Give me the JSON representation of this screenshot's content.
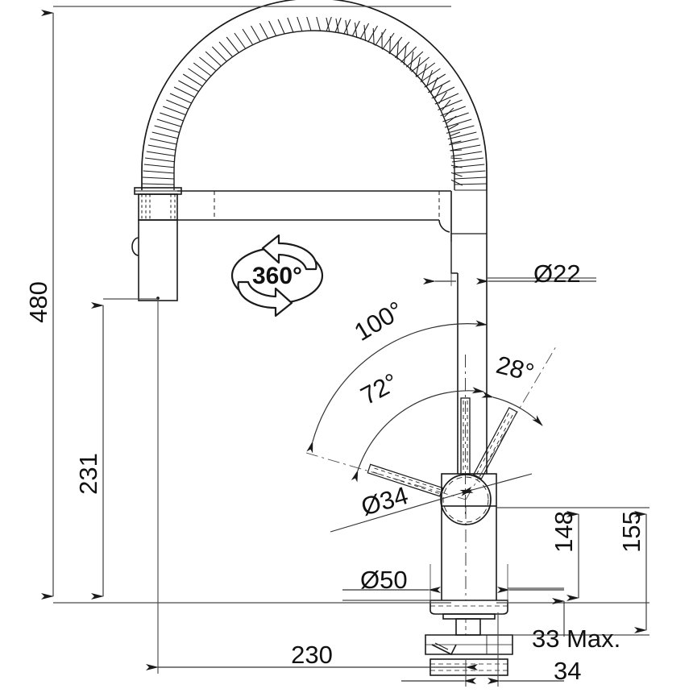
{
  "drawing": {
    "type": "technical-dimension-drawing",
    "subject": "kitchen mixer tap with flexible spring spout and pull-down spray head",
    "units": "mm",
    "line_color": "#1a1a1a",
    "dim_line_color": "#4a4a4a",
    "background": "#ffffff"
  },
  "dimensions": {
    "overall_height": "480",
    "spout_height": "231",
    "spout_reach": "230",
    "spout_tube_diameter": "Ø22",
    "handle_lever_diameter": "Ø34",
    "base_diameter": "Ø50",
    "body_height_to_handle": "148",
    "body_height_total": "155",
    "counter_thickness_max": "33 Max.",
    "thread_length": "34"
  },
  "angles": {
    "rotation_icon": "360°",
    "lever_full_swing": "100°",
    "lever_open_swing": "72°",
    "lever_back_swing": "28°"
  },
  "labels": [
    {
      "id": "h480",
      "text": "480",
      "orientation": "vertical"
    },
    {
      "id": "h231",
      "text": "231",
      "orientation": "vertical"
    },
    {
      "id": "w230",
      "text": "230",
      "orientation": "horizontal"
    },
    {
      "id": "d22",
      "text": "Ø22",
      "orientation": "horizontal"
    },
    {
      "id": "d34",
      "text": "Ø34",
      "orientation": "rotated"
    },
    {
      "id": "d50",
      "text": "Ø50",
      "orientation": "horizontal"
    },
    {
      "id": "h148",
      "text": "148",
      "orientation": "vertical"
    },
    {
      "id": "h155",
      "text": "155",
      "orientation": "vertical"
    },
    {
      "id": "t33",
      "text": "33 Max.",
      "orientation": "horizontal"
    },
    {
      "id": "t34",
      "text": "34",
      "orientation": "horizontal"
    },
    {
      "id": "a100",
      "text": "100°",
      "orientation": "arc"
    },
    {
      "id": "a72",
      "text": "72°",
      "orientation": "arc"
    },
    {
      "id": "a28",
      "text": "28°",
      "orientation": "arc"
    },
    {
      "id": "rot360",
      "text": "360°",
      "orientation": "icon"
    }
  ]
}
